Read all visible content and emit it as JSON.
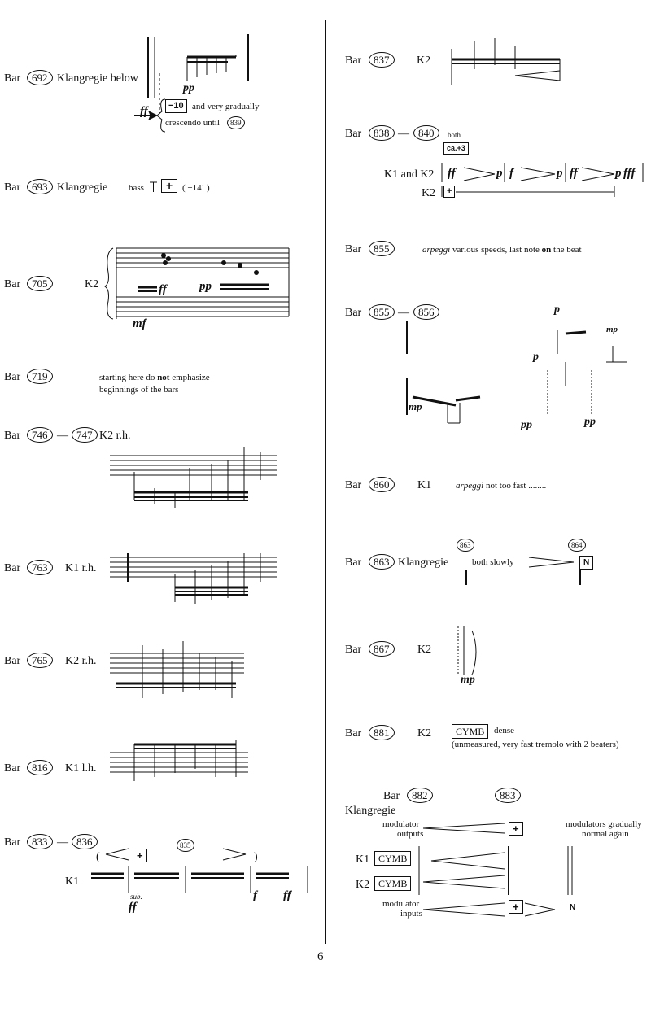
{
  "page_number": "6",
  "labels": {
    "bar": "Bar",
    "dash": "—"
  },
  "left": {
    "e692": {
      "bar": "692",
      "text": "Klangregie below",
      "dyn_ff": "ff",
      "dyn_pp": "pp",
      "box": "−10",
      "text1": "and very gradually",
      "text2": "crescendo until",
      "until_bar": "839",
      "period": "."
    },
    "e693": {
      "bar": "693",
      "text": "Klangregie",
      "bass": "bass",
      "plus": "+",
      "amount": "( +14! )"
    },
    "e705": {
      "bar": "705",
      "part": "K2",
      "dyn_ff": "ff",
      "dyn_pp": "pp",
      "dyn_mf": "mf"
    },
    "e719": {
      "bar": "719",
      "line1_a": "starting here do ",
      "line1_b": "not",
      "line1_c": " emphasize",
      "line2": "beginnings of the bars"
    },
    "e746": {
      "bar1": "746",
      "bar2": "747",
      "part": "K2  r.h."
    },
    "e763": {
      "bar": "763",
      "part": "K1  r.h."
    },
    "e765": {
      "bar": "765",
      "part": "K2  r.h."
    },
    "e816": {
      "bar": "816",
      "part": "K1  l.h."
    },
    "e833": {
      "bar1": "833",
      "bar2": "836",
      "mid_bar": "835",
      "part": "K1",
      "plus": "+",
      "open_paren": "(",
      "close_paren": ")",
      "sub": "sub.",
      "dyn_ff": "ff",
      "dyn_f": "f",
      "dyn_ff2": "ff"
    }
  },
  "right": {
    "e837": {
      "bar": "837",
      "part": "K2"
    },
    "e838": {
      "bar1": "838",
      "bar2": "840",
      "both": "both",
      "box": "ca.+3",
      "row1_label": "K1 and K2",
      "dyn_ff": "ff",
      "dyn_p": "p",
      "dyn_f": "f",
      "dyn_p2": "p",
      "dyn_ff2": "ff",
      "dyn_p3": "p",
      "dyn_fff": "fff",
      "row2_label": "K2",
      "plus": "+"
    },
    "e855a": {
      "bar": "855",
      "text_it": "arpeggi",
      "text_a": " various speeds, last note ",
      "text_b": "on",
      "text_c": " the beat"
    },
    "e855b": {
      "bar1": "855",
      "bar2": "856",
      "dyn_p_top": "p",
      "dyn_p": "p",
      "dyn_mp": "mp",
      "dyn_mp2": "mp",
      "dyn_pp": "pp",
      "dyn_pp2": "pp"
    },
    "e860": {
      "bar": "860",
      "part": "K1",
      "text_it": "arpeggi",
      "text": " not too fast ........"
    },
    "e863": {
      "bar": "863",
      "text": "Klangregie",
      "both": "both slowly",
      "mark1": "863",
      "mark2": "864",
      "box": "N"
    },
    "e867": {
      "bar": "867",
      "part": "K2",
      "dyn_mp": "mp"
    },
    "e881": {
      "bar": "881",
      "part": "K2",
      "box": "CYMB",
      "dense": "dense",
      "note": "(unmeasured, very fast tremolo with 2 beaters)"
    },
    "e882": {
      "bar": "Bar",
      "bar1": "882",
      "bar2": "883",
      "klangregie": "Klangregie",
      "mod_out1": "modulator",
      "mod_out2": "outputs",
      "plus": "+",
      "mod_normal1": "modulators gradually",
      "mod_normal2": "normal again",
      "k1": "K1",
      "k2": "K2",
      "cymb": "CYMB",
      "cymb2": "CYMB",
      "mod_in1": "modulator",
      "mod_in2": "inputs",
      "plus2": "+",
      "box_n": "N"
    }
  }
}
